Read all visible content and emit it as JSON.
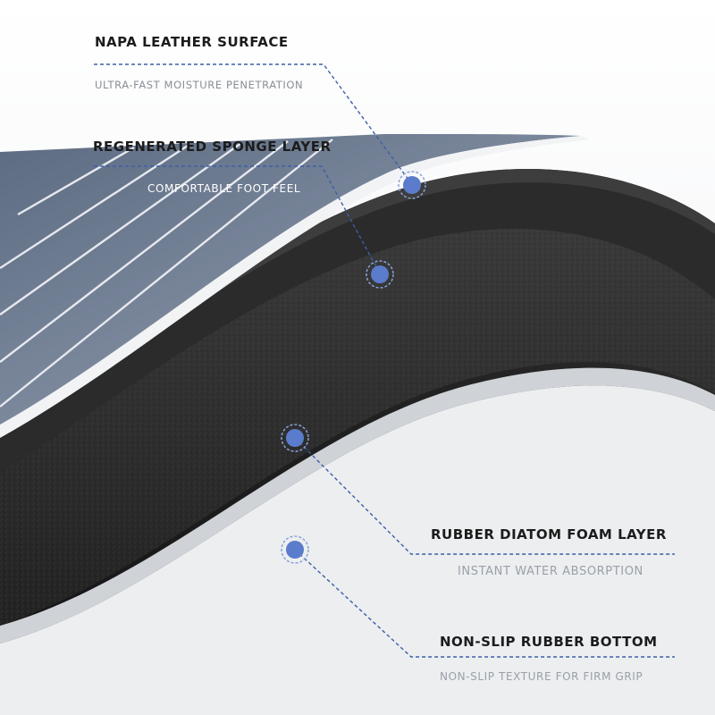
{
  "layers": [
    {
      "title": "NAPA LEATHER SURFACE",
      "subtitle": "ULTRA-FAST MOISTURE PENETRATION"
    },
    {
      "title": "REGENERATED SPONGE LAYER",
      "subtitle": "COMFORTABLE FOOT FEEL"
    },
    {
      "title": "RUBBER DIATOM FOAM LAYER",
      "subtitle": "INSTANT WATER ABSORPTION"
    },
    {
      "title": "NON-SLIP RUBBER BOTTOM",
      "subtitle": "NON-SLIP TEXTURE FOR FIRM GRIP"
    }
  ],
  "colors": {
    "accent": "#3d5fa8",
    "marker_fill": "#5b7ccc",
    "leather": "#6f7d92",
    "layer_dark": "#262626",
    "rubber": "#1d1d1d"
  }
}
